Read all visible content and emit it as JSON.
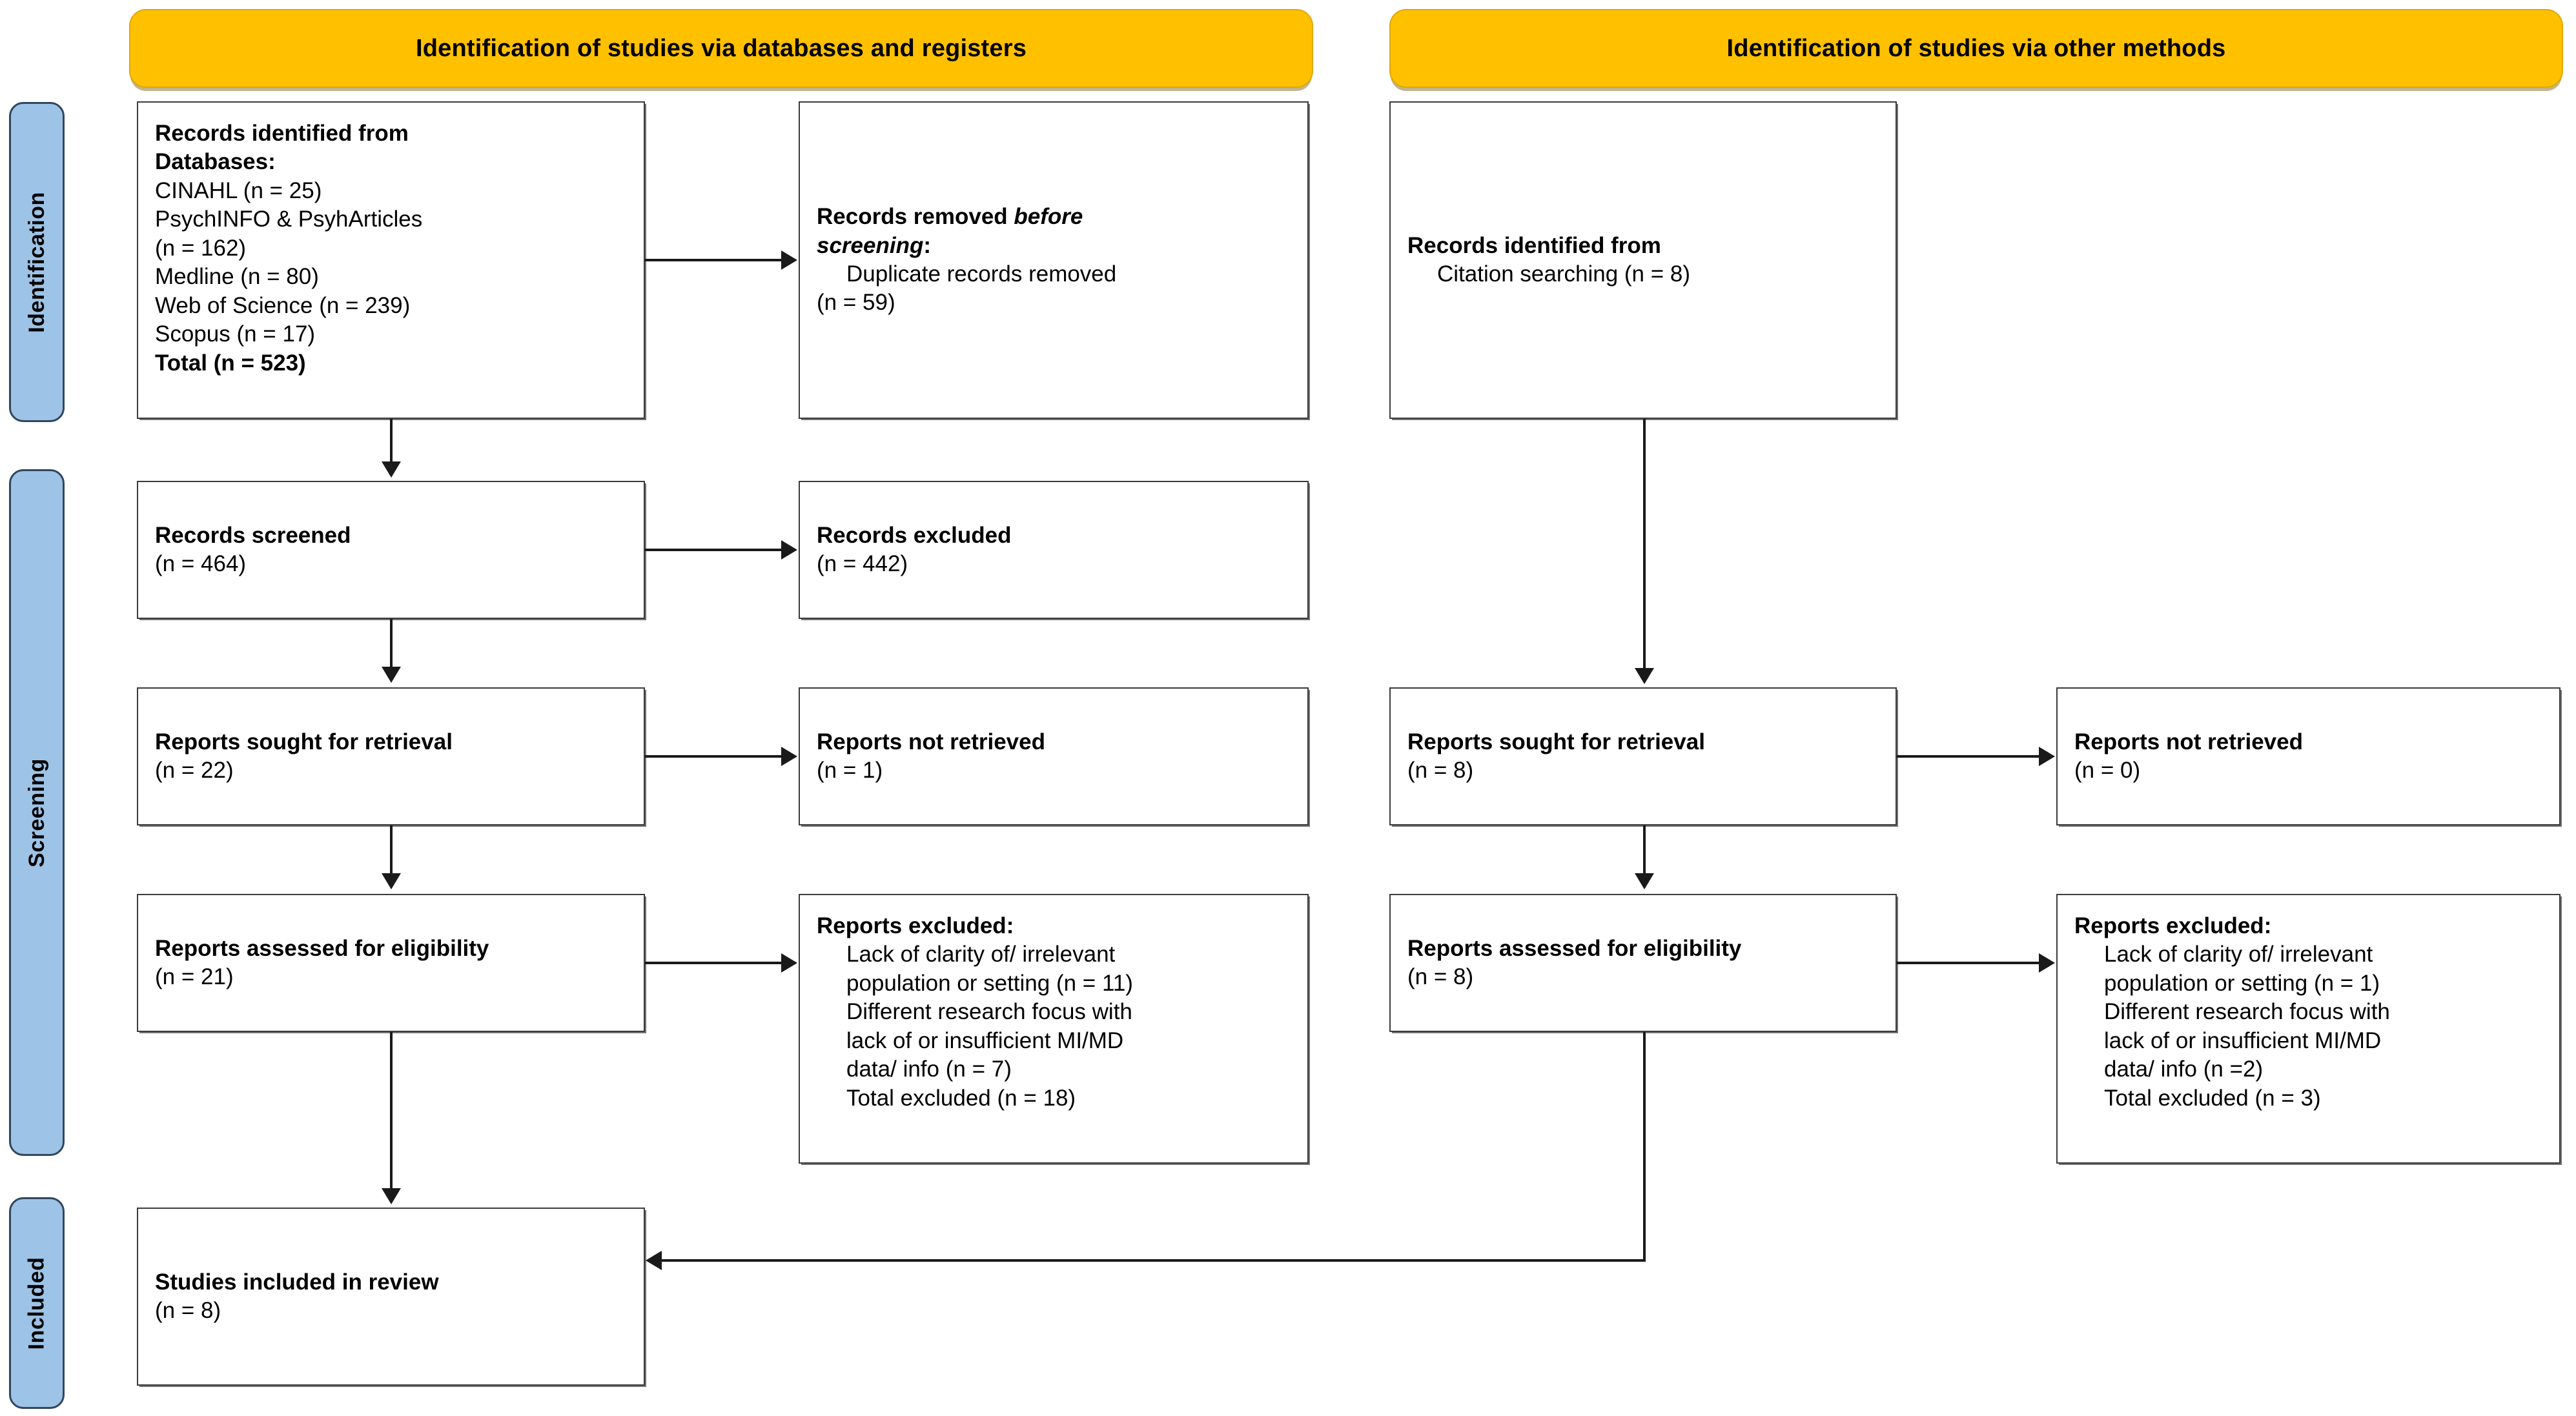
{
  "diagram": {
    "type": "prisma-flow-diagram",
    "banners": [
      {
        "id": "databases",
        "label": "Identification of studies via databases and registers"
      },
      {
        "id": "other",
        "label": "Identification of studies via other methods"
      }
    ],
    "phases": [
      {
        "id": "identification",
        "label": "Identification"
      },
      {
        "id": "screening",
        "label": "Screening"
      },
      {
        "id": "included",
        "label": "Included"
      }
    ],
    "boxes": {
      "records_identified": {
        "title": "Records identified from",
        "line2": "Databases:",
        "items": [
          "CINAHL (n = 25)",
          "PsychINFO & PsyhArticles",
          "(n = 162)",
          "Medline (n = 80)",
          "Web of Science (n = 239)",
          "Scopus (n = 17)"
        ],
        "total": "Total (n = 523)"
      },
      "records_removed": {
        "title_part1": "Records removed ",
        "title_italic": "before",
        "title_part2": "screening",
        "title_colon": ":",
        "item1": "Duplicate records removed",
        "item2": "(n = 59)"
      },
      "records_screened": {
        "title": "Records screened",
        "count": "(n = 464)"
      },
      "records_excluded": {
        "title": "Records excluded",
        "count": "(n = 442)"
      },
      "reports_sought_left": {
        "title": "Reports sought for retrieval",
        "count": "(n = 22)"
      },
      "reports_not_retrieved_left": {
        "title": "Reports not retrieved",
        "count": "(n = 1)"
      },
      "reports_assessed_left": {
        "title": "Reports assessed for eligibility",
        "count": "(n = 21)"
      },
      "reports_excluded_left": {
        "title": "Reports excluded:",
        "reasons": [
          "Lack of clarity of/ irrelevant",
          "population or setting  (n = 11)",
          "Different research focus with",
          "lack of or insufficient MI/MD",
          "data/ info (n = 7)"
        ],
        "total": "Total excluded (n = 18)"
      },
      "records_identified_other": {
        "title": "Records identified from",
        "item": "Citation searching (n = 8)"
      },
      "reports_sought_right": {
        "title": "Reports sought for retrieval",
        "count": "(n = 8)"
      },
      "reports_not_retrieved_right": {
        "title": "Reports not retrieved",
        "count": "(n = 0)"
      },
      "reports_assessed_right": {
        "title": "Reports assessed for eligibility",
        "count": "(n = 8)"
      },
      "reports_excluded_right": {
        "title": "Reports excluded:",
        "reasons": [
          "Lack of clarity of/ irrelevant",
          "population or setting (n = 1)",
          "Different research focus with",
          "lack of or insufficient MI/MD",
          "data/ info (n =2)"
        ],
        "total": "Total excluded (n = 3)"
      },
      "studies_included": {
        "title": "Studies included in review",
        "count": "(n = 8)"
      }
    },
    "colors": {
      "banner_fill": "#FFC000",
      "phase_fill": "#9DC3E6",
      "phase_border": "#31465F",
      "box_border": "#3A3A3A",
      "connector": "#1a1a1a"
    }
  }
}
